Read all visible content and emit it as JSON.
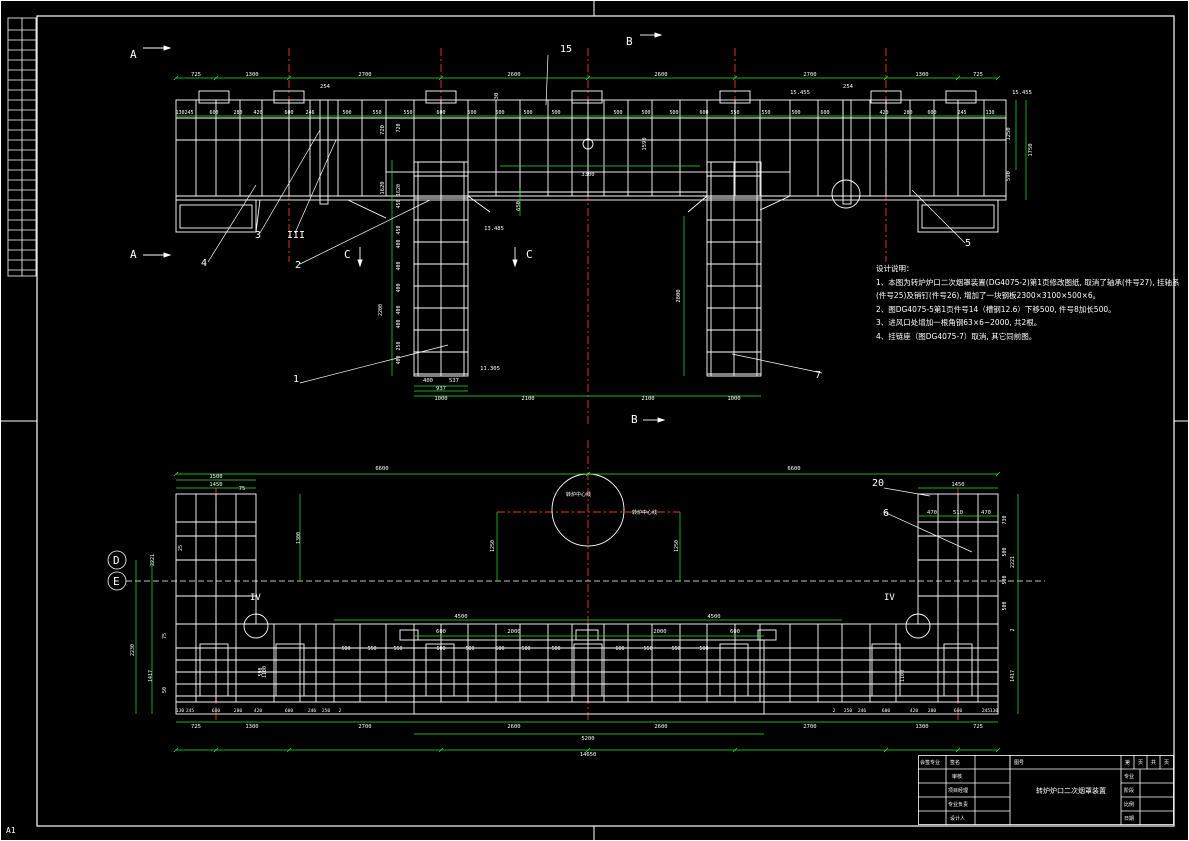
{
  "sheet": {
    "size_label": "A1"
  },
  "section_marks": [
    {
      "id": "A",
      "label": "A"
    },
    {
      "id": "A2",
      "label": "A"
    },
    {
      "id": "B",
      "label": "B"
    },
    {
      "id": "B2",
      "label": "B"
    },
    {
      "id": "C",
      "label": "C"
    },
    {
      "id": "C2",
      "label": "C"
    }
  ],
  "top_view": {
    "top_dims": [
      "725",
      "1300",
      "2700",
      "2600",
      "2600",
      "2700",
      "1300",
      "725"
    ],
    "row_dims": [
      "130",
      "245",
      "600",
      "280",
      "420",
      "600",
      "246",
      "500",
      "550",
      "550",
      "600",
      "500",
      "500",
      "500",
      "500",
      "500",
      "500",
      "500",
      "600",
      "550",
      "550",
      "500",
      "600",
      "420",
      "280",
      "600",
      "245",
      "130"
    ],
    "misc_dims": [
      "254",
      "15.455",
      "254",
      "15.455",
      "30",
      "720",
      "13.485",
      "11.305",
      "1620",
      "3300",
      "1590",
      "1250",
      "1750",
      "590",
      "650"
    ],
    "left_column_dims": [
      "720",
      "1620",
      "450",
      "450",
      "400",
      "400",
      "400",
      "400",
      "400",
      "250",
      "400",
      "2200"
    ],
    "bottom_dims": [
      "400",
      "537",
      "937",
      "1000",
      "2100",
      "2100",
      "1000"
    ],
    "right_dim": "2800",
    "callouts": [
      "1",
      "2",
      "3",
      "4",
      "5",
      "7",
      "15",
      "III"
    ]
  },
  "bottom_view": {
    "top_dims": [
      "6600",
      "6600",
      "1500",
      "1450",
      "75",
      "1450",
      "470",
      "510",
      "470"
    ],
    "mid_dims": [
      "4500",
      "4500",
      "600",
      "2000",
      "2000",
      "600"
    ],
    "row_dims": [
      "500",
      "550",
      "550",
      "600",
      "500",
      "500",
      "500",
      "500",
      "600",
      "550",
      "550",
      "500"
    ],
    "bottom_row": [
      "130",
      "245",
      "600",
      "280",
      "420",
      "600",
      "246",
      "250",
      "2",
      "2",
      "250",
      "246",
      "600",
      "420",
      "280",
      "600",
      "245",
      "130"
    ],
    "bottom_dims": [
      "725",
      "1300",
      "2700",
      "2600",
      "2600",
      "2700",
      "1300",
      "725",
      "5200",
      "14650"
    ],
    "vertical_dims": [
      "2221",
      "2230",
      "1417",
      "1300",
      "1250",
      "1250",
      "730",
      "500",
      "500",
      "500",
      "2221",
      "1417",
      "1100",
      "590",
      "1100",
      "75",
      "50",
      "2"
    ],
    "grid_labels": [
      "D",
      "E"
    ],
    "detail_marks": [
      "IV",
      "IV"
    ],
    "circle_label": "转炉中心线",
    "circle_side_label": "转炉中心线",
    "callouts": [
      "20",
      "6",
      "25"
    ]
  },
  "notes": {
    "title": "设计说明：",
    "lines": [
      "1、本图为转炉炉口二次烟罩装置(DG4075-2)第1页修改图纸, 取消了轴承(件号27), 挂轴系",
      "(件号25)及销钉(件号26), 増加了一块钢板2300×3100×500×6。",
      "2、图DG4075-5第1页件号14（槽钢12.6）下移500, 件号8加长500。",
      "3、进风口处增加一根角钢63×6~2000, 共2根。",
      "4、挂链座（图DG4075-7）取消, 其它同前图。"
    ]
  },
  "title_block": {
    "left_rows": [
      [
        "会签专业",
        "签名"
      ],
      [
        "",
        "审核"
      ],
      [
        "",
        "项目经理"
      ],
      [
        "",
        "专业负责"
      ],
      [
        "",
        "设计人"
      ]
    ],
    "drawing_no_label": "图号",
    "title": "转炉炉口二次烟罩装置",
    "right_header": [
      "第",
      "页",
      "共",
      "页"
    ],
    "right_rows": [
      "专业",
      "阶段",
      "比例",
      "日期"
    ]
  }
}
